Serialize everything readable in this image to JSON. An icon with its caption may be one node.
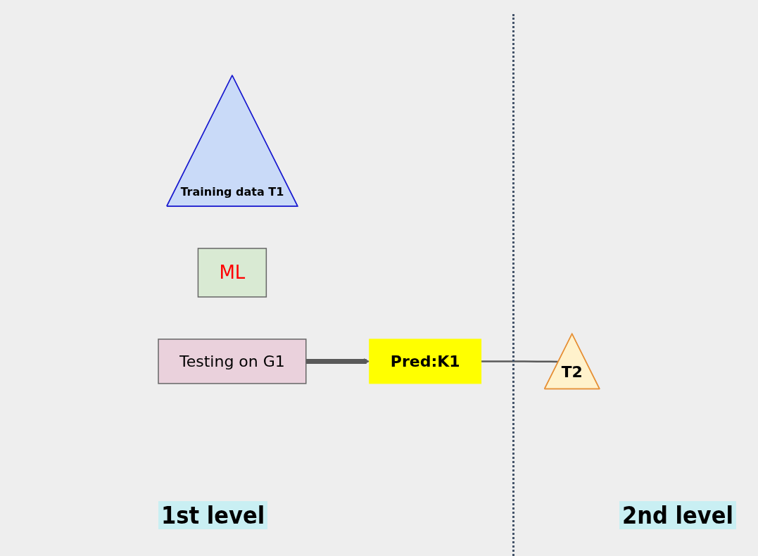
{
  "diagram": {
    "nodes": [
      {
        "text": [
          "Training data T1"
        ]
      },
      {
        "text": [
          "ML"
        ]
      },
      {
        "text": [
          "Testing on G1"
        ]
      },
      {
        "text": [
          "Pred:K1"
        ]
      },
      {
        "text": [
          "T2"
        ]
      }
    ],
    "edges": [
      {
        "from": 2,
        "to": 3,
        "arrow": "to",
        "style": "thick"
      },
      {
        "from": 3,
        "to": 4,
        "arrow": "none"
      }
    ],
    "labels": [
      "1st level",
      "2nd level"
    ]
  }
}
